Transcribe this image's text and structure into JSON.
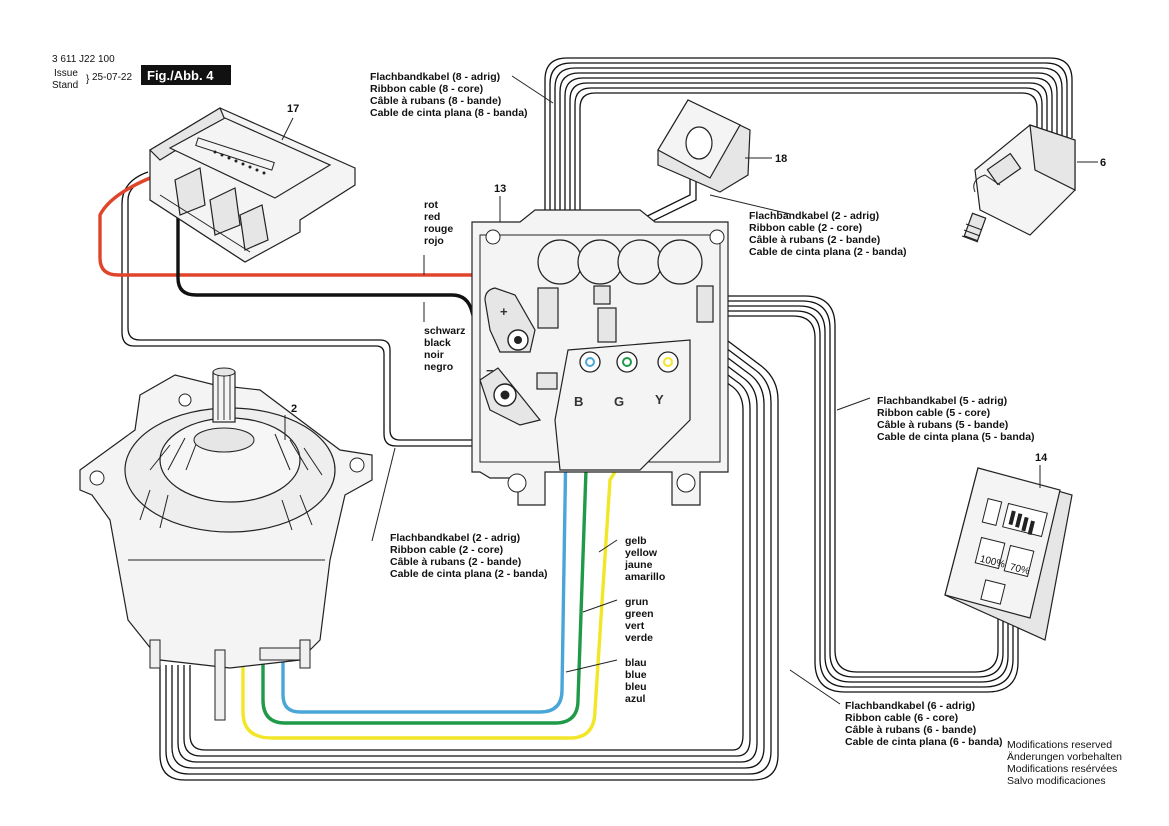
{
  "header": {
    "part_number": "3 611 J22 100",
    "issue_label": "Issue",
    "stand_label": "Stand",
    "date": "25-07-22",
    "figure": "Fig./Abb. 4"
  },
  "parts": {
    "p17": "17",
    "p13": "13",
    "p18": "18",
    "p6": "6",
    "p2": "2",
    "p14": "14"
  },
  "labels": {
    "ribbon8": [
      "Flachbandkabel (8 - adrig)",
      "Ribbon cable (8 - core)",
      "Câble à rubans (8 - bande)",
      "Cable de cinta plana (8 - banda)"
    ],
    "ribbon2_top": [
      "Flachbandkabel (2 - adrig)",
      "Ribbon cable (2 - core)",
      "Câble à rubans (2 - bande)",
      "Cable de cinta plana (2 - banda)"
    ],
    "ribbon2_mid": [
      "Flachbandkabel (2 - adrig)",
      "Ribbon cable (2 - core)",
      "Câble à rubans (2 - bande)",
      "Cable de cinta plana (2 - banda)"
    ],
    "ribbon5": [
      "Flachbandkabel (5 - adrig)",
      "Ribbon cable (5 - core)",
      "Câble à rubans (5 - bande)",
      "Cable de cinta plana (5 - banda)"
    ],
    "ribbon6": [
      "Flachbandkabel (6 - adrig)",
      "Ribbon cable (6 - core)",
      "Câble à rubans (6 - bande)",
      "Cable de cinta plana (6 - banda)"
    ],
    "red": [
      "rot",
      "red",
      "rouge",
      "rojo"
    ],
    "black": [
      "schwarz",
      "black",
      "noir",
      "negro"
    ],
    "yellow": [
      "gelb",
      "yellow",
      "jaune",
      "amarillo"
    ],
    "green": [
      "grun",
      "green",
      "vert",
      "verde"
    ],
    "blue": [
      "blau",
      "blue",
      "bleu",
      "azul"
    ],
    "reserved": [
      "Modifications reserved",
      "Änderungen vorbehalten",
      "Modifications resérvées",
      "Salvo modificaciones"
    ]
  },
  "terminals": {
    "plus": "+",
    "minus": "−",
    "b": "B",
    "g": "G",
    "y": "Y"
  },
  "display": {
    "pct100": "100%",
    "pct70": "70%"
  },
  "colors": {
    "red": "#e0452b",
    "blue": "#4aa6d8",
    "green": "#1f9a48",
    "yellow": "#f2e629",
    "black": "#111111"
  }
}
